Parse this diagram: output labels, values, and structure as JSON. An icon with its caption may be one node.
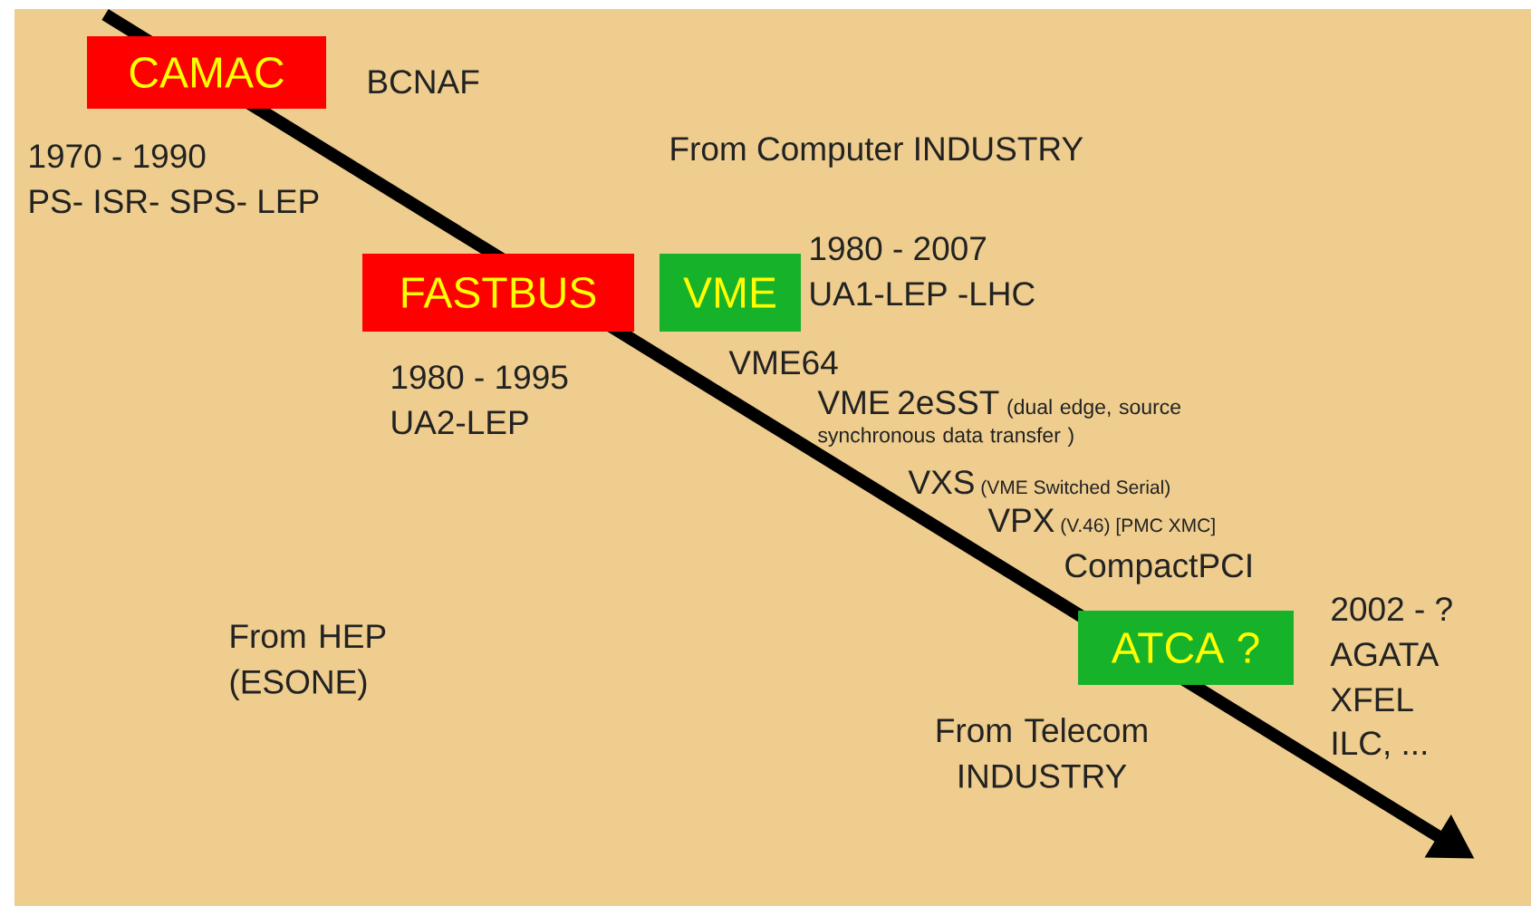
{
  "diagram": {
    "nodes": [
      {
        "text": [
          "CAMAC"
        ]
      },
      {
        "text": [
          "FASTBUS"
        ]
      },
      {
        "text": [
          "VME"
        ]
      },
      {
        "text": [
          "ATCA ?"
        ]
      }
    ],
    "labels": [
      "BCNAF",
      "1970 - 1990",
      "From Computer INDUSTRY",
      "PS- ISR- SPS- LEP",
      "1980 - 2007",
      "UA1-LEP -LHC",
      "VME64",
      "1980 - 1995",
      "VME 2eSST",
      "(dual edge, source synchronous data transfer )",
      "UA2-LEP",
      "VXS",
      "(VME Switched Serial)",
      "VPX",
      "(V.46) [PMC XMC]",
      "CompactPCI",
      "2002 - ?",
      "From HEP (ESONE)",
      "AGATA",
      "XFEL",
      "ILC, ...",
      "From Telecom INDUSTRY"
    ]
  }
}
